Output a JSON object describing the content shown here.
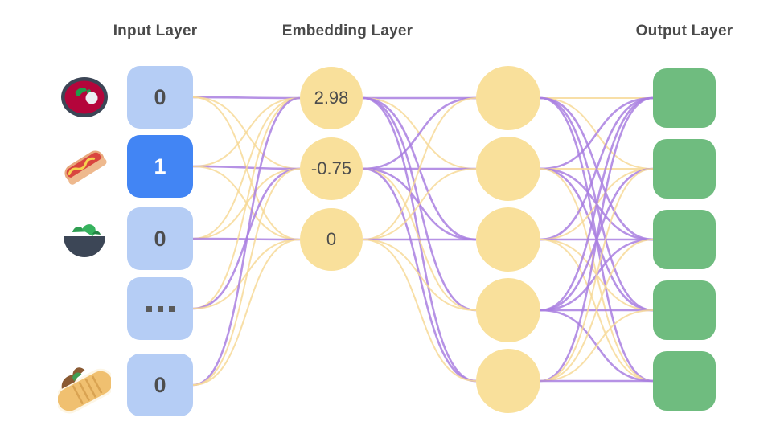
{
  "diagram": {
    "title_color": "#4a4a4a",
    "background": "#ffffff",
    "edge_colors": {
      "purple": "#a97fe0",
      "yellow": "#f7d998"
    }
  },
  "titles": {
    "input": "Input Layer",
    "embedding": "Embedding Layer",
    "output": "Output Layer"
  },
  "input_layer": {
    "box_color": "#b5cdf5",
    "active_box_color": "#4285f4",
    "items": [
      {
        "icon": "stew-bowl-icon",
        "value": "0",
        "active": false
      },
      {
        "icon": "hot-dog-icon",
        "value": "1",
        "active": true
      },
      {
        "icon": "salad-bowl-icon",
        "value": "0",
        "active": false
      },
      {
        "icon": "ellipsis-icon",
        "value": "...",
        "active": false
      },
      {
        "icon": "burrito-icon",
        "value": "0",
        "active": false
      }
    ]
  },
  "embedding_layer": {
    "node_color": "#f9e09b",
    "values": [
      "2.98",
      "-0.75",
      "0"
    ]
  },
  "hidden_layer": {
    "node_color": "#f9e09b",
    "count": 5
  },
  "output_layer": {
    "node_color": "#6fbc7f",
    "count": 5
  }
}
